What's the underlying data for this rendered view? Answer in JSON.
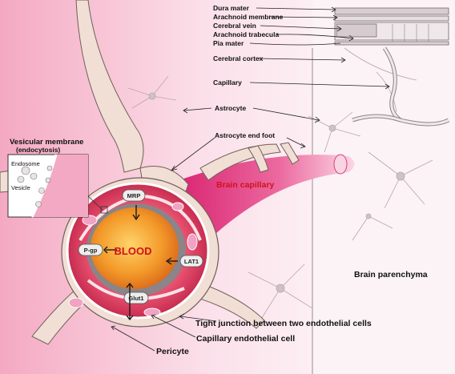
{
  "labels": {
    "dura_mater": "Dura mater",
    "arachnoid_membrane": "Arachnoid membrane",
    "cerebral_vein": "Cerebral vein",
    "arachnoid_trabecula": "Arachnoid trabecula",
    "pia_mater": "Pia mater",
    "cerebral_cortex": "Cerebral cortex",
    "capillary": "Capillary",
    "astrocyte": "Astrocyte",
    "astrocyte_end_foot": "Astrocyte end foot",
    "brain_capillary": "Brain capillary",
    "brain_parenchyma": "Brain parenchyma",
    "vesicular_membrane_line1": "Vesicular membrane",
    "vesicular_membrane_line2": "(endocytosis)",
    "endosome": "Endosome",
    "vesicle": "Vesicle",
    "blood": "BLOOD",
    "mrp": "MRP",
    "pgp": "P-gp",
    "lat1": "LAT1",
    "glut1": "Glut1",
    "tight_junction": "Tight junction between two endothelial cells",
    "capillary_endothelial_cell": "Capillary endothelial cell",
    "pericyte": "Pericyte"
  },
  "colors": {
    "blood_core": "#f08a1e",
    "endothelium": "#e8506e",
    "capillary_pink": "#e0307a",
    "label_red": "#d0121b",
    "background_pink": "#f6c7d6"
  }
}
